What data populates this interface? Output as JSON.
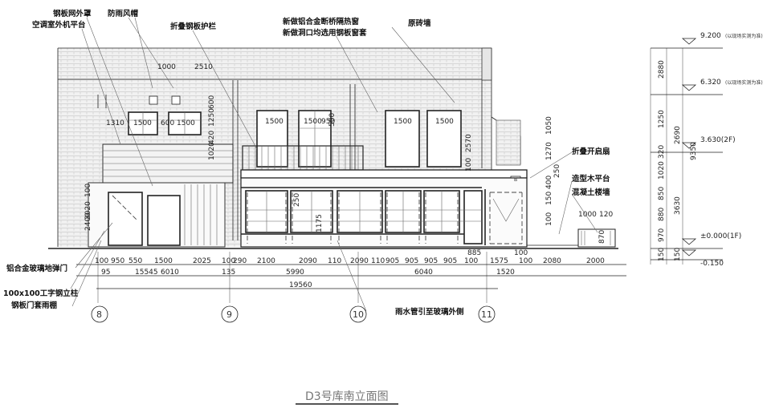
{
  "drawing_title": "D3号库南立面图",
  "callouts_left": [
    "钢板网外罩",
    "空调室外机平台",
    "防雨风帽",
    "折叠钢板护栏",
    "铝合金玻璃地弹门",
    "100x100工字钢立柱",
    "钢板门套雨棚"
  ],
  "callouts_top": [
    "新做铝合金断桥隔热窗",
    "新做洞口均选用钢板窗套",
    "原砖墙"
  ],
  "callouts_right": [
    "折叠开启扇",
    "造型木平台",
    "混凝土楼墙"
  ],
  "callout_bottom": "雨水管引至玻璃外侧",
  "levels": [
    {
      "value": "9.200",
      "note": "(以现场实测为准)"
    },
    {
      "value": "6.320",
      "note": "(以现场实测为准)"
    },
    {
      "value": "3.630(2F)",
      "note": ""
    },
    {
      "value": "±0.000(1F)",
      "note": ""
    },
    {
      "value": "-0.150",
      "note": ""
    }
  ],
  "right_dims_inner": [
    "2880",
    "1250",
    "320",
    "1020",
    "850",
    "880",
    "970",
    "150"
  ],
  "right_dims_outer": [
    "2690",
    "9350",
    "3630",
    "150"
  ],
  "bottom_dims_row1": [
    "100",
    "950",
    "550",
    "1500",
    "2025",
    "100",
    "290",
    "2100",
    "2090",
    "110",
    "2090",
    "110",
    "905",
    "905",
    "905",
    "905",
    "100",
    "1575",
    "100",
    "2080",
    "2000"
  ],
  "bottom_dims_row2": [
    "95",
    "15545",
    "6010",
    "135",
    "5990",
    "6040",
    "1520"
  ],
  "overall_dim": "19560",
  "axes": [
    "8",
    "9",
    "10",
    "11"
  ],
  "misc_dims": [
    "1000",
    "2510",
    "1310",
    "1500",
    "600",
    "1500",
    "1250",
    "600",
    "1020",
    "420",
    "100",
    "3020",
    "2400",
    "1500",
    "1500",
    "950",
    "500",
    "1500",
    "1500",
    "2570",
    "1050",
    "1270",
    "100",
    "250",
    "400",
    "150",
    "100",
    "1175",
    "1000",
    "120",
    "870",
    "885",
    "100",
    "250"
  ],
  "tag_b": "B"
}
